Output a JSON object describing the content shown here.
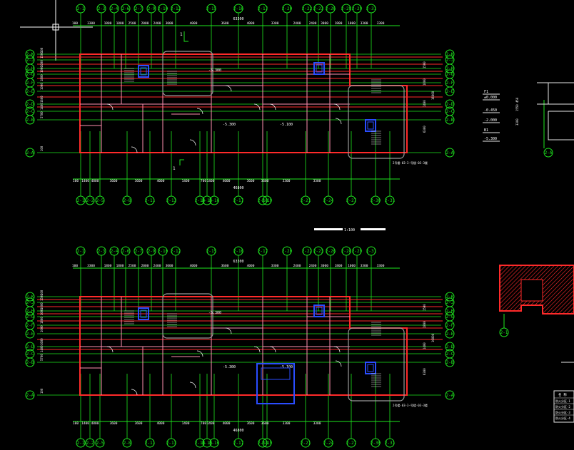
{
  "colors": {
    "background": "#000000",
    "axis_green": "#1ee61e",
    "wall_red": "#ff2a2a",
    "partition_pink": "#ff8fb0",
    "dim_white": "#e6e6e6",
    "text_white": "#ffffff",
    "elevator_blue": "#2a4dff",
    "outline_gray": "#9a9a9a",
    "yellow_text": "#e8e84a"
  },
  "top_axes": [
    "2-1",
    "2-3",
    "2-4",
    "2-6",
    "2-7",
    "2-9",
    "2-10",
    "2-12",
    "2-15",
    "2-16",
    "2-17",
    "2-20",
    "2-22",
    "2-23",
    "2-26",
    "2-28",
    "2-29",
    "2-31"
  ],
  "bottom_axes": [
    "2-1",
    "2-2",
    "2-5",
    "2-8",
    "2-11",
    "2-13",
    "2-14",
    "2-15",
    "2-16",
    "2-17",
    "2-18",
    "2-19",
    "2-21",
    "2-24",
    "2-27",
    "2-30",
    "2-31"
  ],
  "row_axes": [
    "2-K",
    "2-J",
    "2-H",
    "2-G",
    "2-F",
    "2-E",
    "2-D",
    "2-C",
    "2-B",
    "2-A"
  ],
  "top_dims": [
    "100",
    "3300",
    "1800",
    "1800",
    "2500",
    "2000",
    "2400",
    "3000",
    "4000",
    "3600",
    "4000",
    "3300",
    "2400",
    "2400",
    "3000",
    "1800",
    "1000",
    "3300",
    "3300"
  ],
  "bottom_dims": [
    "100",
    "1400",
    "4800",
    "3600",
    "3600",
    "4000",
    "1400",
    "700",
    "1400",
    "4000",
    "3600",
    "3600",
    "3300",
    "3300"
  ],
  "total_dim": "63300",
  "bottom_total_dim": "46800",
  "left_dims": [
    "100",
    "1500",
    "1000",
    "1000",
    "1800",
    "1000",
    "1600",
    "1400",
    "5700",
    "100"
  ],
  "right_dims": [
    "1500",
    "1800",
    "1400",
    "6300"
  ],
  "right_total": "16000",
  "elev_labels": [
    "-5.300",
    "-5.100",
    "-5.300"
  ],
  "section_marks": [
    "1",
    "1"
  ],
  "scale_text": "1:100",
  "ref_note": "2号楼-03-3-号楼-03-3楼",
  "side_section": {
    "axis": "2-A",
    "levels": [
      "F1",
      "±0.000",
      "-0.450",
      "-2.000",
      "B1",
      "-5.300"
    ],
    "dims": [
      "450",
      "1550",
      "3300"
    ]
  },
  "keyplan_axis": "2-1",
  "legend": {
    "header": "名 称",
    "rows": [
      "防火分区-1",
      "防火分区-2",
      "防火分区-3",
      "防火分区-4"
    ]
  }
}
